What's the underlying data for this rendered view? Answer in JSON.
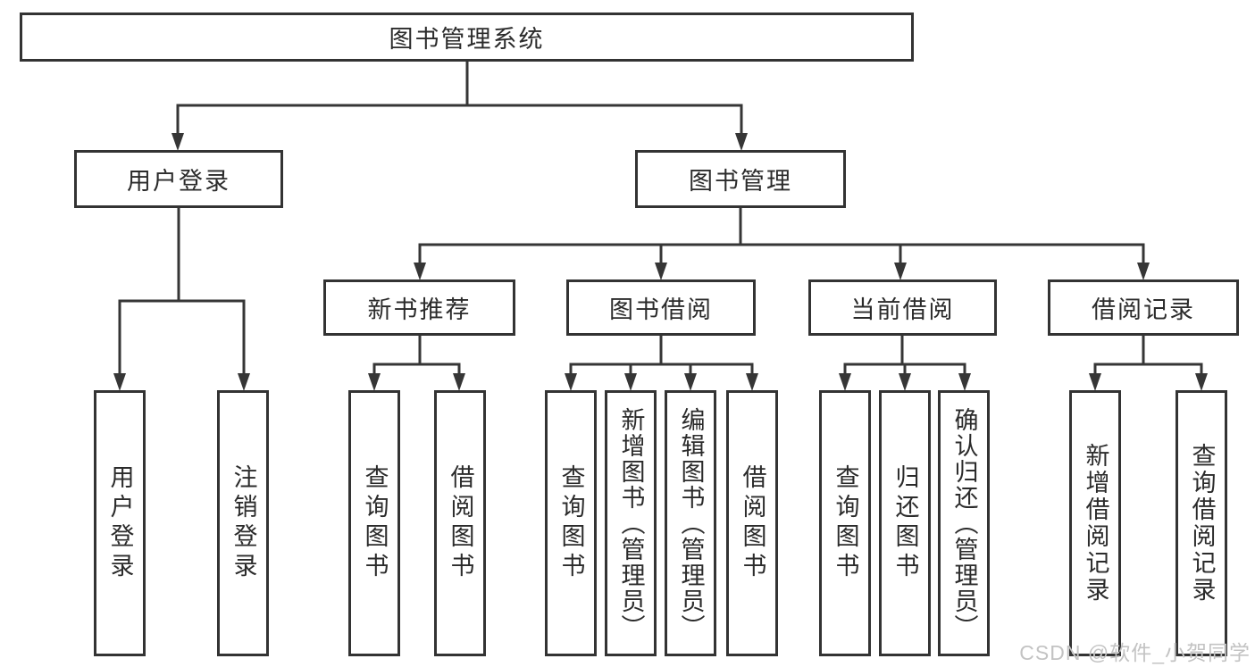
{
  "colors": {
    "line": "#363636",
    "box_border": "#333333",
    "text": "#2b2b2b",
    "watermark": "#c3c3c3",
    "background": "#ffffff"
  },
  "tree": {
    "root": {
      "label": "图书管理系统"
    },
    "login": {
      "label": "用户登录",
      "children": [
        "用户登录",
        "注销登录"
      ]
    },
    "management": {
      "label": "图书管理",
      "sections": [
        {
          "label": "新书推荐",
          "children": [
            "查询图书",
            "借阅图书"
          ]
        },
        {
          "label": "图书借阅",
          "children": [
            "查询图书",
            "新增图书（管理员）",
            "编辑图书（管理员）",
            "借阅图书"
          ]
        },
        {
          "label": "当前借阅",
          "children": [
            "查询图书",
            "归还图书",
            "确认归还（管理员）"
          ]
        },
        {
          "label": "借阅记录",
          "children": [
            "新增借阅记录",
            "查询借阅记录"
          ]
        }
      ]
    }
  },
  "watermark": "CSDN @软件_小贺同学"
}
